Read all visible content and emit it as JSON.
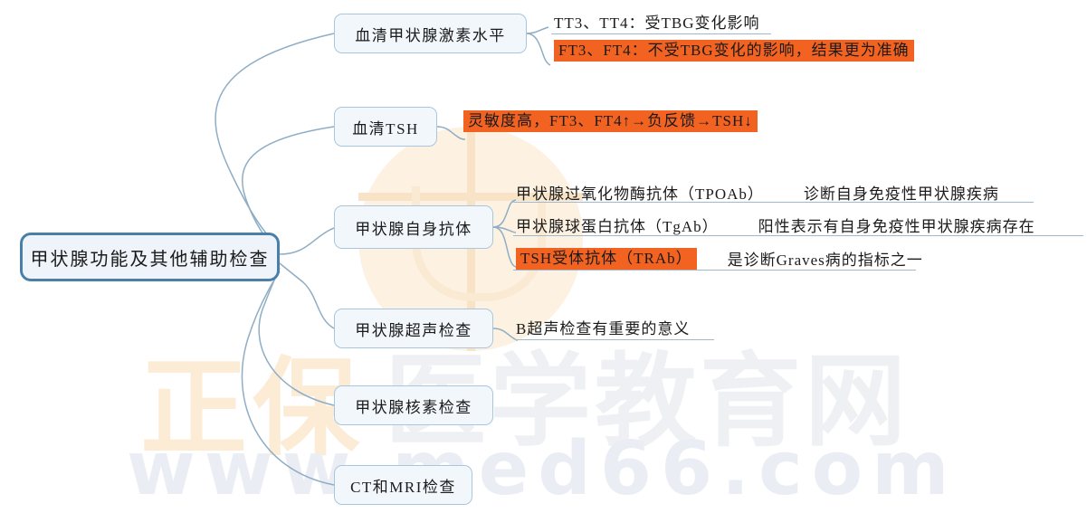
{
  "meta": {
    "title": "甲状腺功能及其他辅助检查 思维导图",
    "accent_orange": "#f26322",
    "accent_blue": "#4a7fa8",
    "node_border_blue": "#a9c6de",
    "node_fill": "#f2f7fc",
    "root_fill": "#eef4fa",
    "link_color": "#8fadc4",
    "text_color": "#1b1b1b"
  },
  "watermark": {
    "brand_cn": "正保",
    "brand_cn2": "医学教育网",
    "url": "www.med66.com",
    "logo": "cross-circle-logo"
  },
  "root": {
    "label": "甲状腺功能及其他辅助检查"
  },
  "branches": [
    {
      "id": "serum-thyroid-hormone",
      "label": "血清甲状腺激素水平",
      "leaves": [
        {
          "id": "tt3-tt4",
          "highlighted": false,
          "segments": [
            {
              "text": "TT3、TT4：受TBG变化影响",
              "highlight": false
            }
          ],
          "underline_width": 240
        },
        {
          "id": "ft3-ft4",
          "highlighted": true,
          "segments": [
            {
              "text": "FT3、FT4：不受TBG变化的影响，结果更为准确",
              "highlight": true
            }
          ],
          "underline_width": 0
        }
      ]
    },
    {
      "id": "serum-tsh",
      "label": "血清TSH",
      "leaves": [
        {
          "id": "tsh-sensitivity",
          "highlighted": true,
          "segments": [
            {
              "text": "灵敏度高，FT3、FT4↑→负反馈→TSH↓",
              "highlight": true
            }
          ],
          "underline_width": 0
        }
      ]
    },
    {
      "id": "thyroid-autoantibody",
      "label": "甲状腺自身抗体",
      "leaves": [
        {
          "id": "tpoab",
          "highlighted": false,
          "segments": [
            {
              "text": "甲状腺过氧化物酶抗体（TPOAb）",
              "highlight": false
            },
            {
              "text": "诊断自身免疫性甲状腺疾病",
              "highlight": false
            }
          ],
          "underline_width": 570
        },
        {
          "id": "tgab",
          "highlighted": false,
          "segments": [
            {
              "text": "甲状腺球蛋白抗体（TgAb）",
              "highlight": false
            },
            {
              "text": "阳性表示有自身免疫性甲状腺疾病存在",
              "highlight": false
            }
          ],
          "underline_width": 625
        },
        {
          "id": "trab",
          "highlighted": true,
          "segments": [
            {
              "text": "TSH受体抗体（TRAb）",
              "highlight": true
            },
            {
              "text": "是诊断Graves病的指标之一",
              "highlight": false
            }
          ],
          "underline_width": 440
        }
      ]
    },
    {
      "id": "thyroid-ultrasound",
      "label": "甲状腺超声检查",
      "leaves": [
        {
          "id": "b-ultrasound",
          "highlighted": false,
          "segments": [
            {
              "text": "B超声检查有重要的意义",
              "highlight": false
            }
          ],
          "underline_width": 218
        }
      ]
    },
    {
      "id": "thyroid-radionuclide",
      "label": "甲状腺核素检查",
      "leaves": []
    },
    {
      "id": "ct-mri",
      "label": "CT和MRI检查",
      "leaves": []
    }
  ]
}
